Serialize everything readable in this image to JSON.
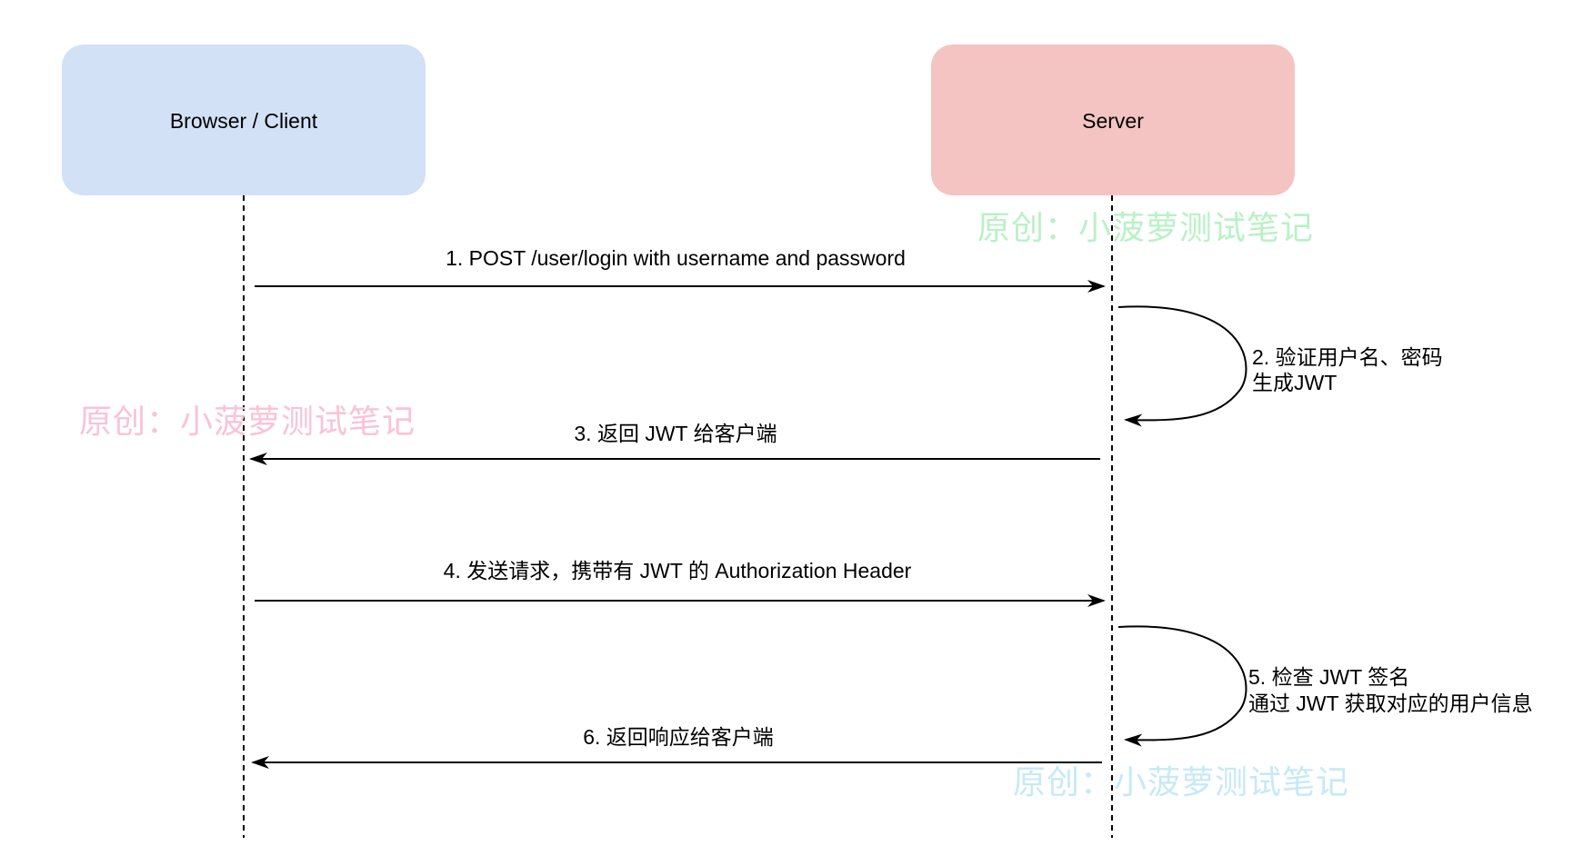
{
  "actors": {
    "client": {
      "label": "Browser / Client",
      "fill": "#d2e1f6"
    },
    "server": {
      "label": "Server",
      "fill": "#f4c4c2"
    }
  },
  "messages": [
    {
      "label": "1. POST /user/login with username and password",
      "direction": "client-to-server"
    },
    {
      "label": "3. 返回 JWT 给客户端",
      "direction": "server-to-client"
    },
    {
      "label": "4. 发送请求，携带有 JWT 的 Authorization Header",
      "direction": "client-to-server"
    },
    {
      "label": "6. 返回响应给客户端",
      "direction": "server-to-client"
    }
  ],
  "self_messages": [
    {
      "lines": [
        "2. 验证用户名、密码",
        "生成JWT"
      ]
    },
    {
      "lines": [
        "5. 检查 JWT 签名",
        "通过 JWT 获取对应的用户信息"
      ]
    }
  ],
  "watermarks": [
    {
      "text": "原创：小菠萝测试笔记",
      "color": "#b9f1c6"
    },
    {
      "text": "原创：小菠萝测试笔记",
      "color": "#f9c3d6"
    },
    {
      "text": "原创：小菠萝测试笔记",
      "color": "#c7e9f6"
    }
  ]
}
